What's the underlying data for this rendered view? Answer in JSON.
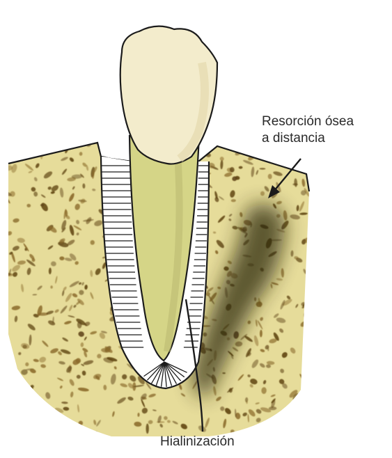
{
  "labels": {
    "resorcion_line1": "Resorción ósea",
    "resorcion_line2": "a distancia",
    "hialinizacion": "Hialinización"
  },
  "colors": {
    "background": "#ffffff",
    "bone_fill": "#e6dc9a",
    "bone_speckle_dark": "#5e4313",
    "bone_speckle_mid": "#8a6a2a",
    "root": "#d5d587",
    "root_shade": "#b7b66d",
    "crown": "#f3eccc",
    "crown_shade": "#e2d7a8",
    "ligament": "#ffffff",
    "outline": "#1b1b1b",
    "resorption_shadow": "#2e2a10"
  },
  "icons": {
    "arrow_resorcion": "arrow-down-left-icon",
    "pointer_hialin": "pointer-line-icon"
  }
}
